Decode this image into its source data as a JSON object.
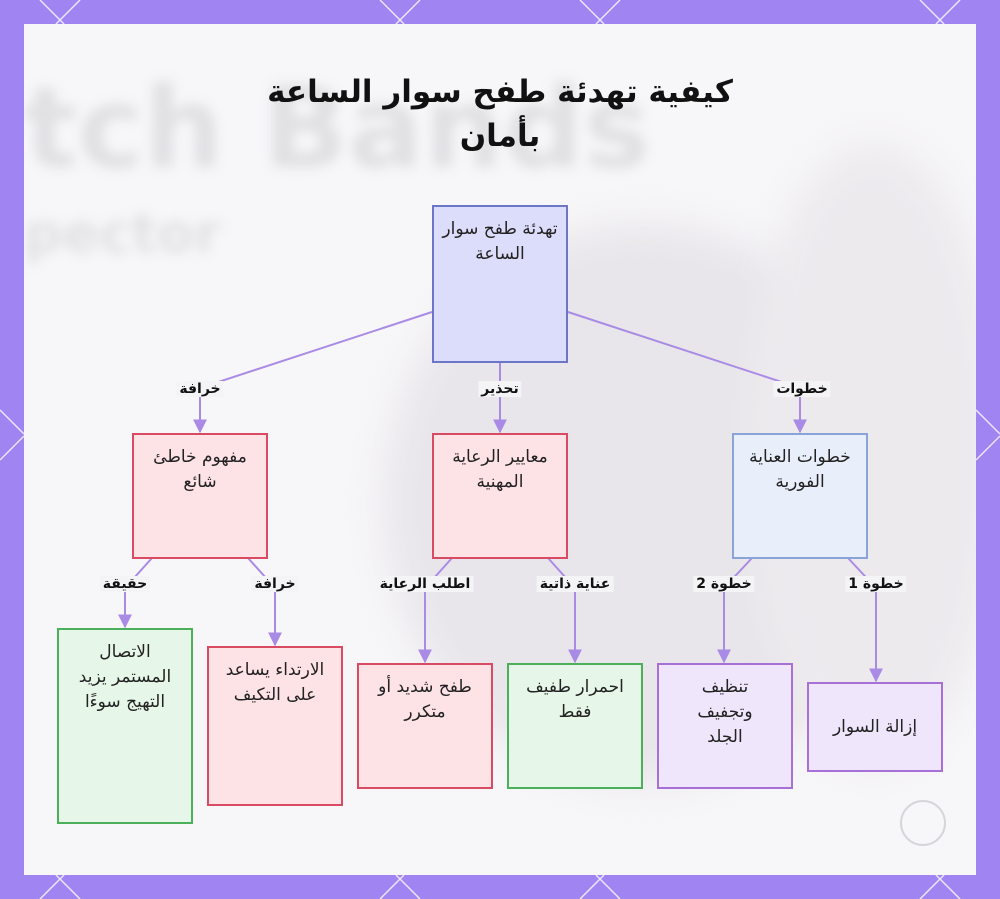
{
  "title": "كيفية تهدئة طفح سوار الساعة بأمان",
  "nodes": {
    "root": "تهدئة طفح سوار الساعة",
    "immediate_care": "خطوات العناية الفورية",
    "professional_care": "معايير الرعاية المهنية",
    "misconception": "مفهوم خاطئ شائع",
    "remove_band": "إزالة السوار",
    "clean_dry": "تنظيف وتجفيف الجلد",
    "mild_redness": "احمرار طفيف فقط",
    "severe_rash": "طفح شديد أو متكرر",
    "wearing_helps": "الارتداء يساعد على التكيف",
    "continuous_contact": "الاتصال المستمر يزيد التهيج سوءًا"
  },
  "edge_labels": {
    "steps": "خطوات",
    "warning": "تحذير",
    "myth_top": "خرافة",
    "step1": "خطوة 1",
    "step2": "خطوة 2",
    "self_care": "عناية ذاتية",
    "seek_care": "اطلب الرعاية",
    "myth": "خرافة",
    "fact": "حقيقة"
  },
  "background_text": {
    "line1": "tch Bands",
    "line2": "pector"
  },
  "colors": {
    "frame": "#a084f2",
    "edge": "#a98be6",
    "root_fill": "#dcdcfb",
    "blue_fill": "#e9eefb",
    "red_fill": "#fde2e6",
    "green_fill": "#e6f6e8",
    "purple_fill": "#f0e6fb"
  }
}
